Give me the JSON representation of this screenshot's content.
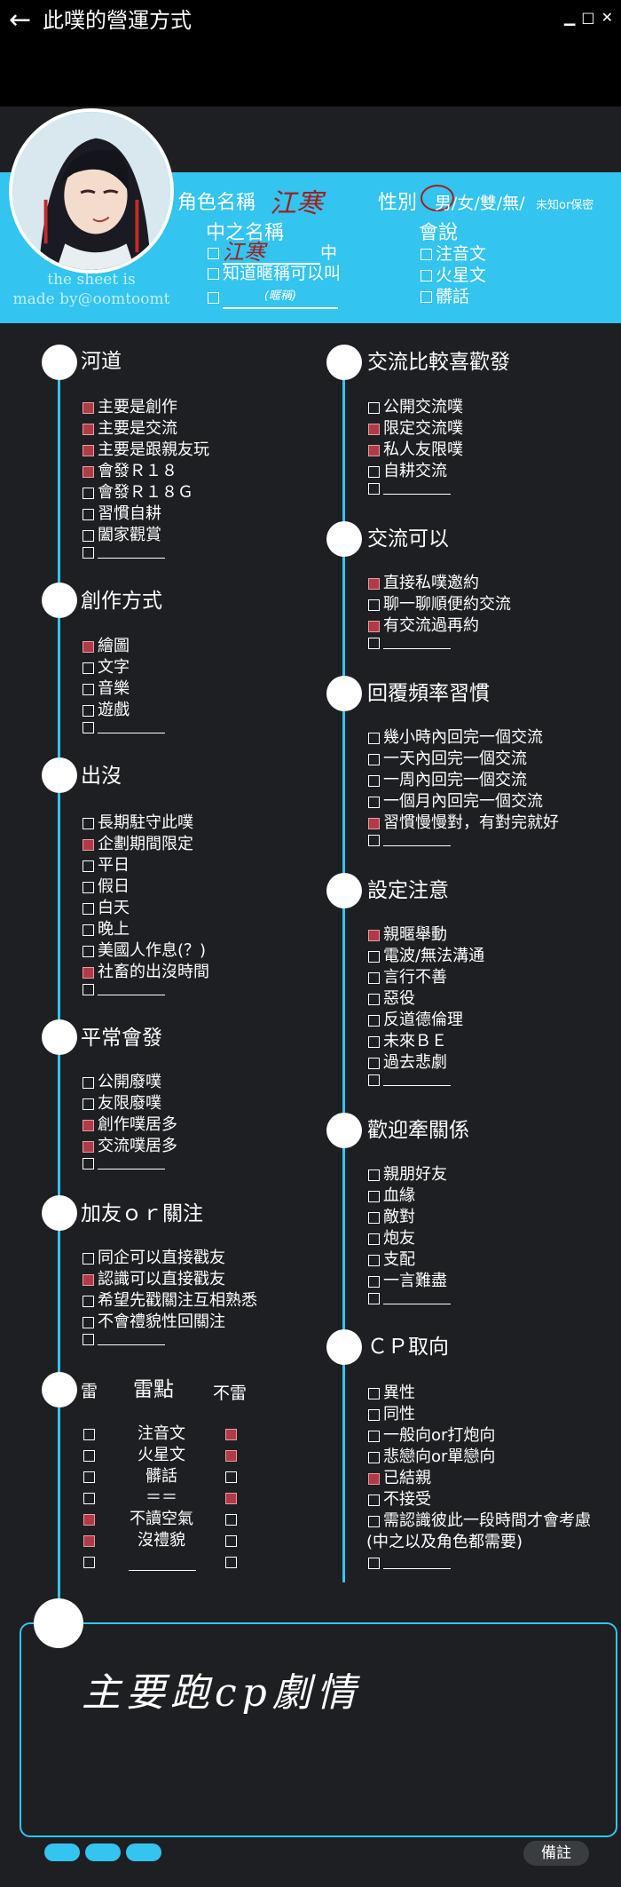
{
  "window": {
    "back_icon": "←",
    "title": "此噗的營運方式",
    "controls": "▁ □ ✕"
  },
  "profile": {
    "credit1": "the sheet is",
    "credit2": "made by@oomtoomt",
    "role_label": "角色名稱",
    "role_value": "江寒",
    "gender_label": "性別",
    "gender_options": "男/女/雙/無/",
    "gender_note": "未知or保密",
    "nakanohito_label": "中之名稱",
    "nakanohito_value": "江寒",
    "nakanohito_suffix": "中",
    "nick_label": "知道暱稱可以叫",
    "nick_placeholder": "(暱稱)",
    "speak_label": "會說",
    "speak_items": [
      "注音文",
      "火星文",
      "髒話"
    ]
  },
  "sections": {
    "hedao": {
      "title": "河道",
      "items": [
        "主要是創作",
        "主要是交流",
        "主要是跟親友玩",
        "會發Ｒ１８",
        "會發Ｒ１８Ｇ",
        "習慣自耕",
        "闔家觀賞"
      ]
    },
    "create": {
      "title": "創作方式",
      "items": [
        "繪圖",
        "文字",
        "音樂",
        "遊戲"
      ]
    },
    "chumo": {
      "title": "出沒",
      "items": [
        "長期駐守此噗",
        "企劃期間限定",
        "平日",
        "假日",
        "白天",
        "晚上",
        "美國人作息(？)",
        "社畜的出沒時間"
      ]
    },
    "pingchang": {
      "title": "平常會發",
      "items": [
        "公開廢噗",
        "友限廢噗",
        "創作噗居多",
        "交流噗居多"
      ]
    },
    "jiayou": {
      "title": "加友ｏｒ關注",
      "items": [
        "同企可以直接戳友",
        "認識可以直接戳友",
        "希望先戳關注互相熟悉",
        "不會禮貌性回關注"
      ]
    },
    "lei": {
      "title": "雷",
      "center": "雷點",
      "right": "不雷",
      "items": [
        "注音文",
        "火星文",
        "髒話",
        "＝＝",
        "不讀空氣",
        "沒禮貌"
      ]
    },
    "jiaoliu_like": {
      "title": "交流比較喜歡發",
      "items": [
        "公開交流噗",
        "限定交流噗",
        "私人友限噗",
        "自耕交流"
      ]
    },
    "jiaoliu_ok": {
      "title": "交流可以",
      "items": [
        "直接私噗邀約",
        "聊一聊順便約交流",
        "有交流過再約"
      ]
    },
    "reply": {
      "title": "回覆頻率習慣",
      "items": [
        "幾小時內回完一個交流",
        "一天內回完一個交流",
        "一周內回完一個交流",
        "一個月內回完一個交流",
        "習慣慢慢對，有對完就好"
      ]
    },
    "setting": {
      "title": "設定注意",
      "items": [
        "親暱舉動",
        "電波/無法溝通",
        "言行不善",
        "惡役",
        "反道德倫理",
        "未來ＢＥ",
        "過去悲劇"
      ]
    },
    "relation": {
      "title": "歡迎牽關係",
      "items": [
        "親朋好友",
        "血緣",
        "敵對",
        "炮友",
        "支配",
        "一言難盡"
      ]
    },
    "cp": {
      "title": "ＣＰ取向",
      "items": [
        "異性",
        "同性",
        "一般向or打炮向",
        "悲戀向or單戀向",
        "已結親",
        "不接受",
        "需認識彼此一段時間才會考慮",
        "(中之以及角色都需要)"
      ]
    }
  },
  "notes": {
    "handwriting": "主要跑cp劇情",
    "memo_button": "備註"
  }
}
